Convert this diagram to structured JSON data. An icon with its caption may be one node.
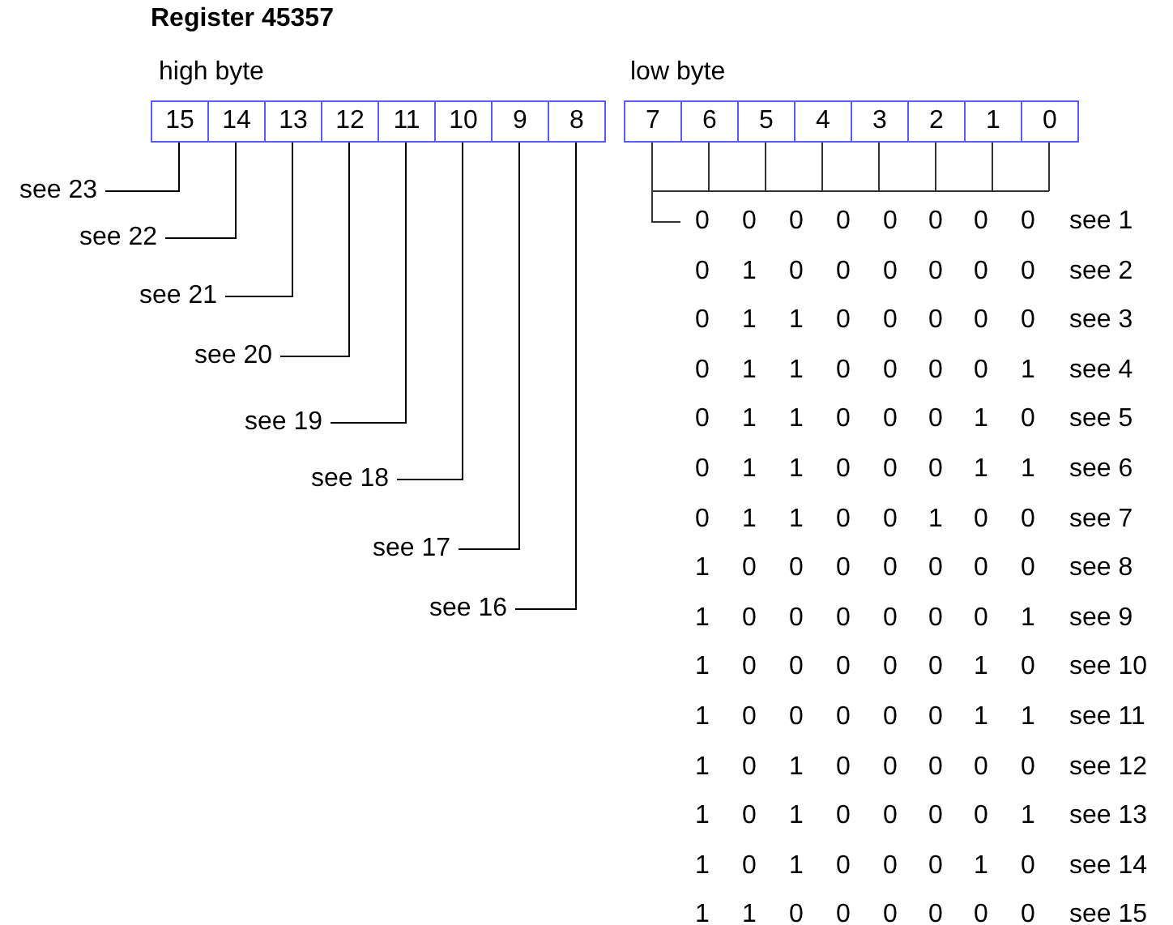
{
  "diagram": {
    "title": "Register 45357",
    "nodes": [
      {
        "text": [
          "15"
        ]
      },
      {
        "text": [
          "14"
        ]
      },
      {
        "text": [
          "13"
        ]
      },
      {
        "text": [
          "12"
        ]
      },
      {
        "text": [
          "11"
        ]
      },
      {
        "text": [
          "10"
        ]
      },
      {
        "text": [
          "9"
        ]
      },
      {
        "text": [
          "8"
        ]
      },
      {
        "text": [
          "7"
        ]
      },
      {
        "text": [
          "6"
        ]
      },
      {
        "text": [
          "5"
        ]
      },
      {
        "text": [
          "4"
        ]
      },
      {
        "text": [
          "3"
        ]
      },
      {
        "text": [
          "2"
        ]
      },
      {
        "text": [
          "1"
        ]
      },
      {
        "text": [
          "0"
        ]
      },
      {
        "text": [
          "see 23"
        ]
      },
      {
        "text": [
          "see 22"
        ]
      },
      {
        "text": [
          "see 21"
        ]
      },
      {
        "text": [
          "see 20"
        ]
      },
      {
        "text": [
          "see 19"
        ]
      },
      {
        "text": [
          "see 18"
        ]
      },
      {
        "text": [
          "see 17"
        ]
      },
      {
        "text": [
          "see 16"
        ]
      }
    ],
    "edges": [
      {
        "from": 16,
        "to": 0,
        "arrow": "none"
      },
      {
        "from": 17,
        "to": 1,
        "arrow": "none"
      },
      {
        "from": 18,
        "to": 2,
        "arrow": "none"
      },
      {
        "from": 19,
        "to": 3,
        "arrow": "none"
      },
      {
        "from": 20,
        "to": 4,
        "arrow": "none"
      },
      {
        "from": 21,
        "to": 5,
        "arrow": "none"
      },
      {
        "from": 22,
        "to": 6,
        "arrow": "none"
      },
      {
        "from": 23,
        "to": 7,
        "arrow": "none"
      }
    ],
    "labels": [
      "high byte",
      "low byte",
      "0",
      "0",
      "0",
      "0",
      "0",
      "0",
      "0",
      "0",
      "see 1",
      "0",
      "1",
      "0",
      "0",
      "0",
      "0",
      "0",
      "0",
      "see 2",
      "0",
      "1",
      "1",
      "0",
      "0",
      "0",
      "0",
      "0",
      "see 3",
      "0",
      "1",
      "1",
      "0",
      "0",
      "0",
      "0",
      "1",
      "see 4",
      "0",
      "1",
      "1",
      "0",
      "0",
      "0",
      "1",
      "0",
      "see 5",
      "0",
      "1",
      "1",
      "0",
      "0",
      "0",
      "1",
      "1",
      "see 6",
      "0",
      "1",
      "1",
      "0",
      "0",
      "1",
      "0",
      "0",
      "see 7",
      "1",
      "0",
      "0",
      "0",
      "0",
      "0",
      "0",
      "0",
      "see 8",
      "1",
      "0",
      "0",
      "0",
      "0",
      "0",
      "0",
      "1",
      "see 9",
      "1",
      "0",
      "0",
      "0",
      "0",
      "0",
      "1",
      "0",
      "see 10",
      "1",
      "0",
      "0",
      "0",
      "0",
      "0",
      "1",
      "1",
      "see 11",
      "1",
      "0",
      "1",
      "0",
      "0",
      "0",
      "0",
      "0",
      "see 12",
      "1",
      "0",
      "1",
      "0",
      "0",
      "0",
      "0",
      "1",
      "see 13",
      "1",
      "0",
      "1",
      "0",
      "0",
      "0",
      "1",
      "0",
      "see 14",
      "1",
      "1",
      "0",
      "0",
      "0",
      "0",
      "0",
      "0",
      "see 15"
    ]
  }
}
